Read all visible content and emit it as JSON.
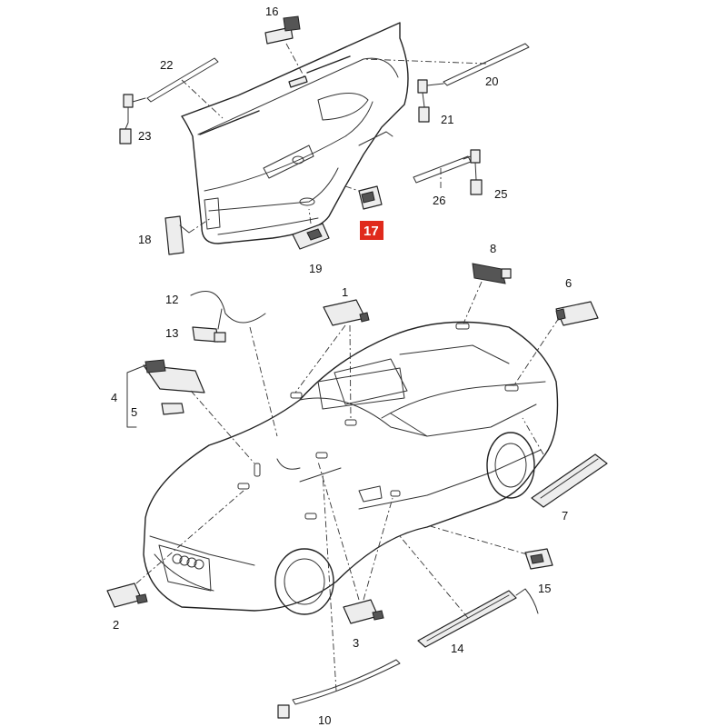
{
  "labels": {
    "p1": "1",
    "p2": "2",
    "p3": "3",
    "p4": "4",
    "p5": "5",
    "p6": "6",
    "p7": "7",
    "p8": "8",
    "p10": "10",
    "p12": "12",
    "p13": "13",
    "p14": "14",
    "p15": "15",
    "p16": "16",
    "p17": "17",
    "p18": "18",
    "p19": "19",
    "p20": "20",
    "p21": "21",
    "p22": "22",
    "p23": "23",
    "p25": "25",
    "p26": "26"
  },
  "highlight": {
    "part": "17",
    "color": "#e02a1c"
  }
}
